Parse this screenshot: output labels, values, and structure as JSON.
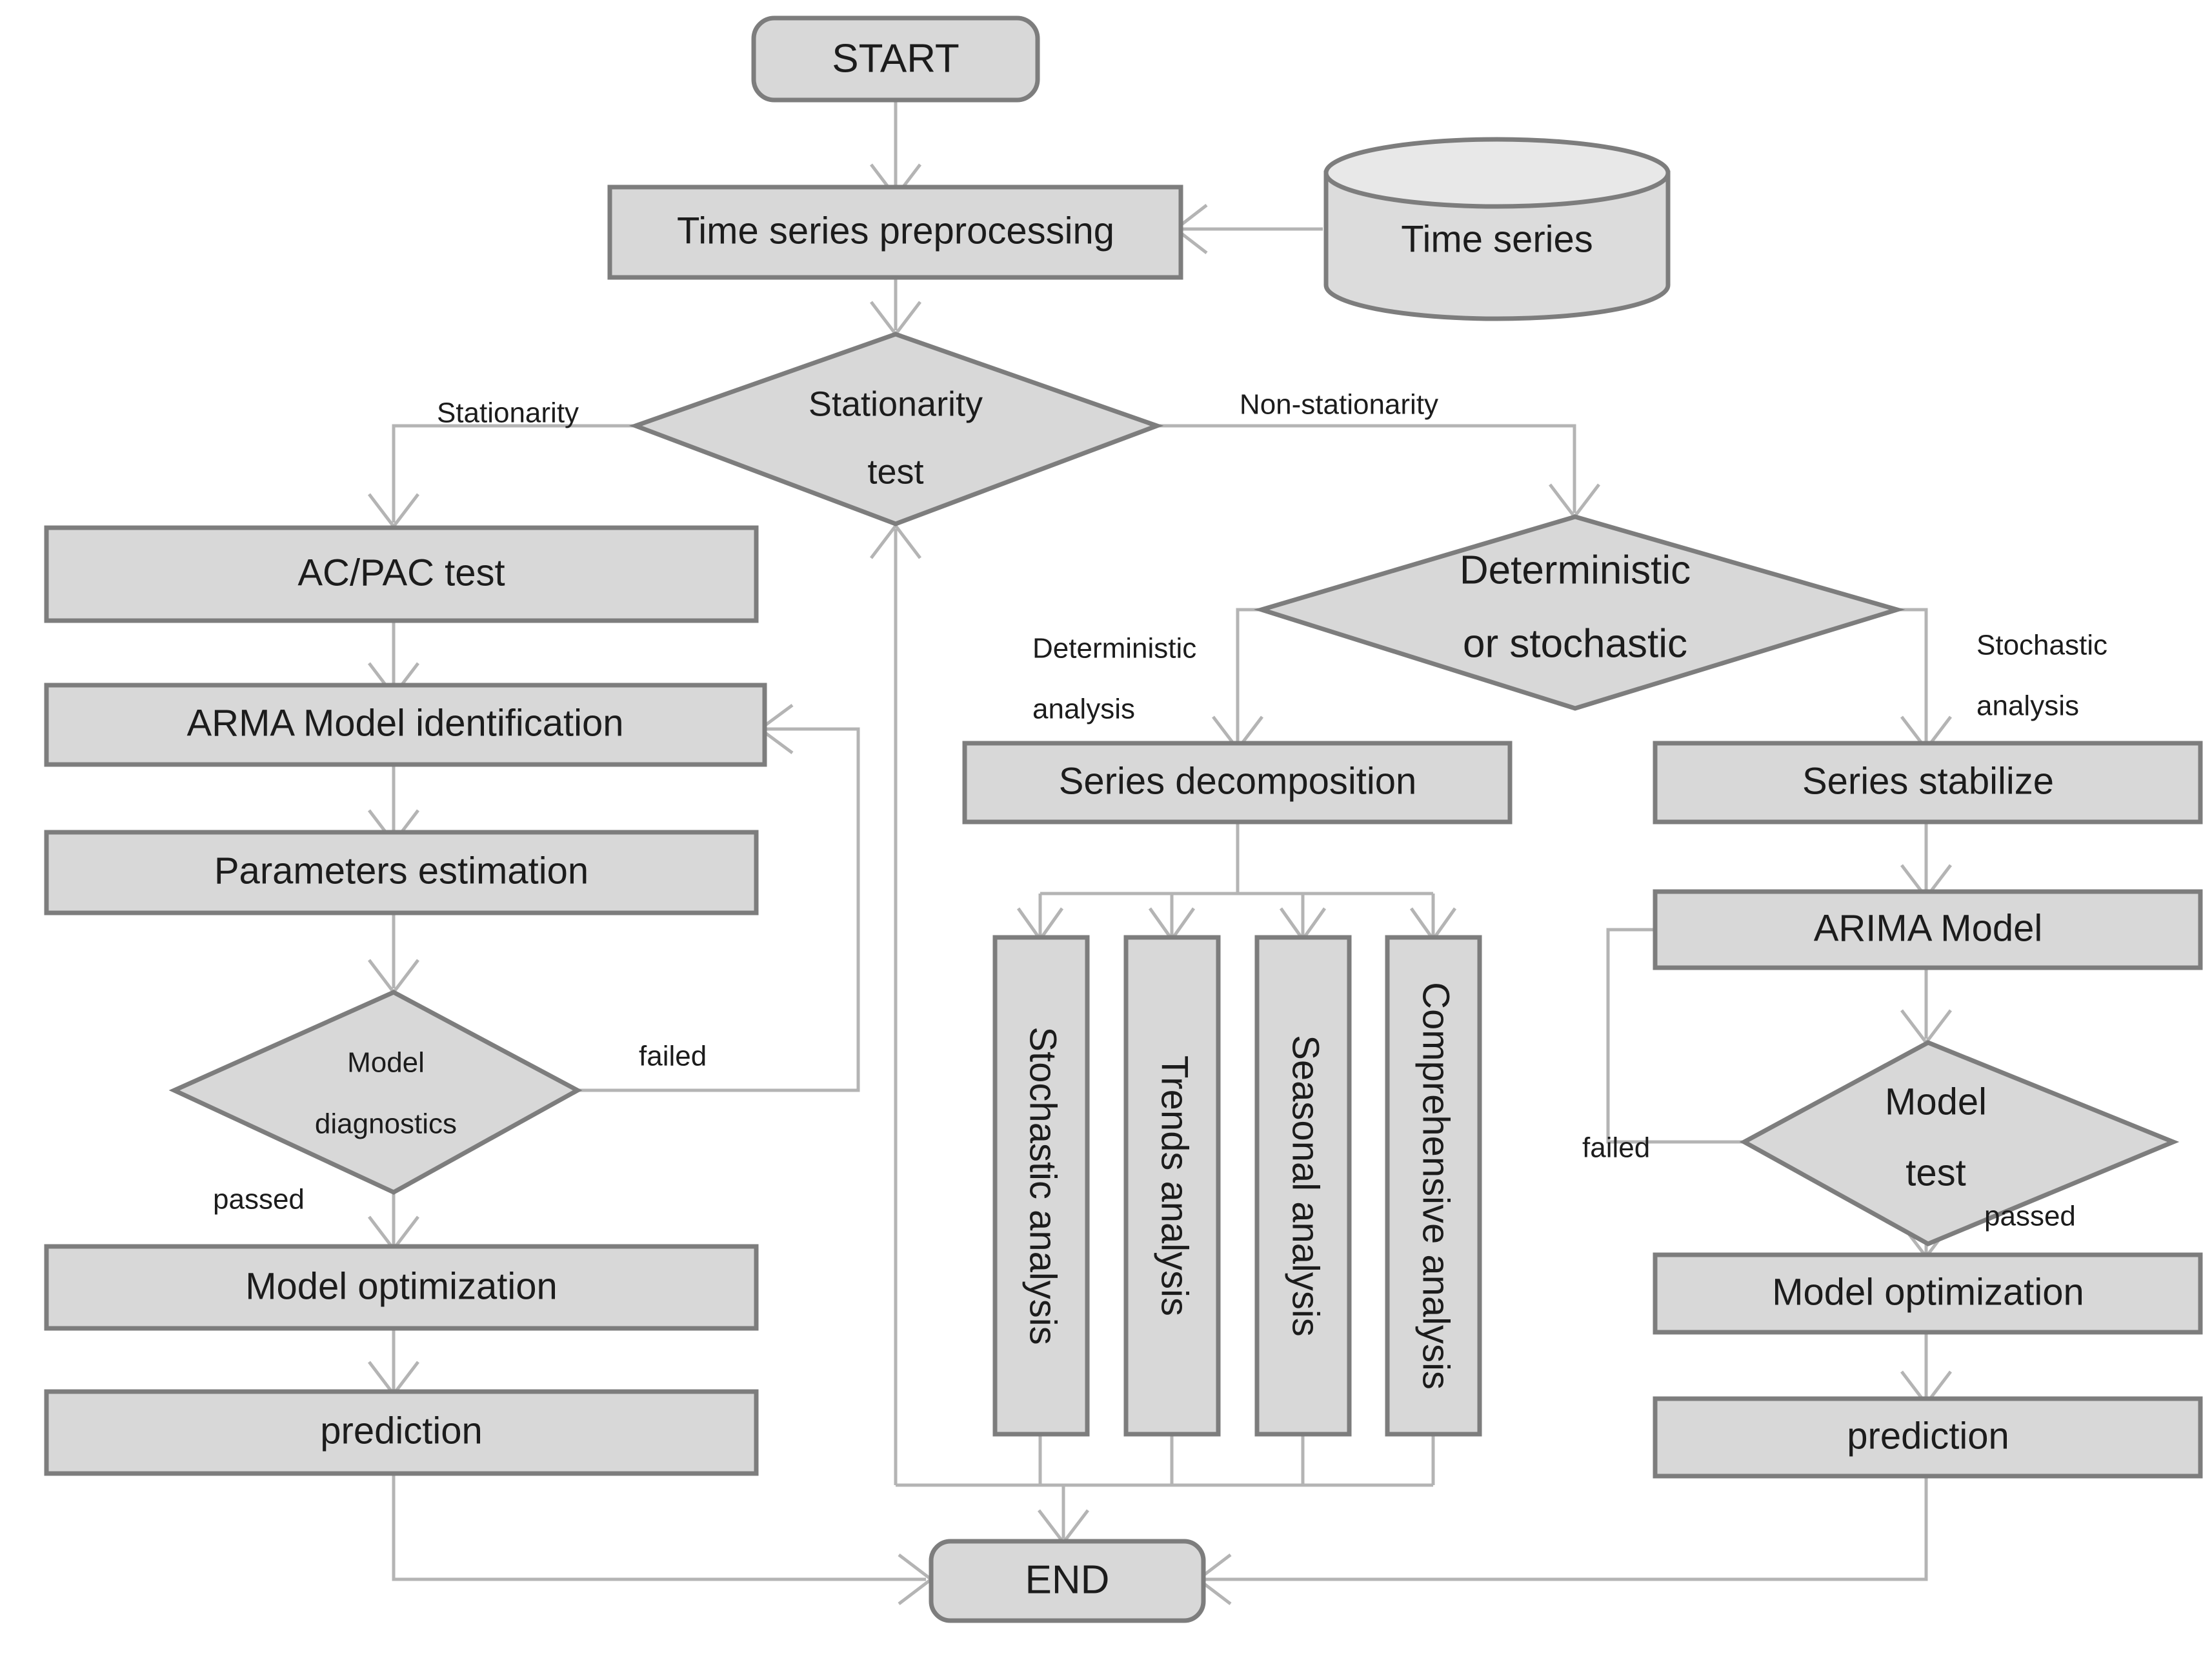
{
  "diagram": {
    "title": "Time series forecasting methodology flowchart",
    "colors": {
      "node_fill": "#d8d8d8",
      "node_border": "#7d7d7d",
      "edge": "#b4b4b4",
      "text": "#1c1c1c",
      "background": "#ffffff"
    },
    "nodes": {
      "start": {
        "label": "START",
        "shape": "terminator"
      },
      "preprocessing": {
        "label": "Time series preprocessing",
        "shape": "process"
      },
      "datastore": {
        "label": "Time series",
        "shape": "cylinder"
      },
      "stationarity_test": {
        "label_line1": "Stationarity",
        "label_line2": "test",
        "shape": "decision"
      },
      "ac_pac_test": {
        "label": "AC/PAC test",
        "shape": "process"
      },
      "arma_identification": {
        "label": "ARMA Model identification",
        "shape": "process"
      },
      "parameters_estimation": {
        "label": "Parameters estimation",
        "shape": "process"
      },
      "model_diagnostics": {
        "label_line1": "Model",
        "label_line2": "diagnostics",
        "shape": "decision"
      },
      "model_optimization_left": {
        "label": "Model optimization",
        "shape": "process"
      },
      "prediction_left": {
        "label": "prediction",
        "shape": "process"
      },
      "det_or_stoch": {
        "label_line1": "Deterministic",
        "label_line2": "or stochastic",
        "shape": "decision"
      },
      "series_decomposition": {
        "label": "Series decomposition",
        "shape": "process"
      },
      "stochastic_analysis": {
        "label": "Stochastic analysis",
        "shape": "process-vertical"
      },
      "trends_analysis": {
        "label": "Trends analysis",
        "shape": "process-vertical"
      },
      "seasonal_analysis": {
        "label": "Seasonal analysis",
        "shape": "process-vertical"
      },
      "comprehensive_analysis": {
        "label": "Comprehensive analysis",
        "shape": "process-vertical"
      },
      "series_stabilize": {
        "label": "Series stabilize",
        "shape": "process"
      },
      "arima_model": {
        "label": "ARIMA Model",
        "shape": "process"
      },
      "model_test": {
        "label_line1": "Model",
        "label_line2": "test",
        "shape": "decision"
      },
      "model_optimization_right": {
        "label": "Model optimization",
        "shape": "process"
      },
      "prediction_right": {
        "label": "prediction",
        "shape": "process"
      },
      "end": {
        "label": "END",
        "shape": "terminator"
      }
    },
    "edge_labels": {
      "stationarity": "Stationarity",
      "non_stationarity": "Non-stationarity",
      "deterministic_1": "Deterministic",
      "deterministic_2": "analysis",
      "stochastic_1": "Stochastic",
      "stochastic_2": "analysis",
      "failed_left": "failed",
      "passed_left": "passed",
      "failed_right": "failed",
      "passed_right": "passed"
    }
  }
}
